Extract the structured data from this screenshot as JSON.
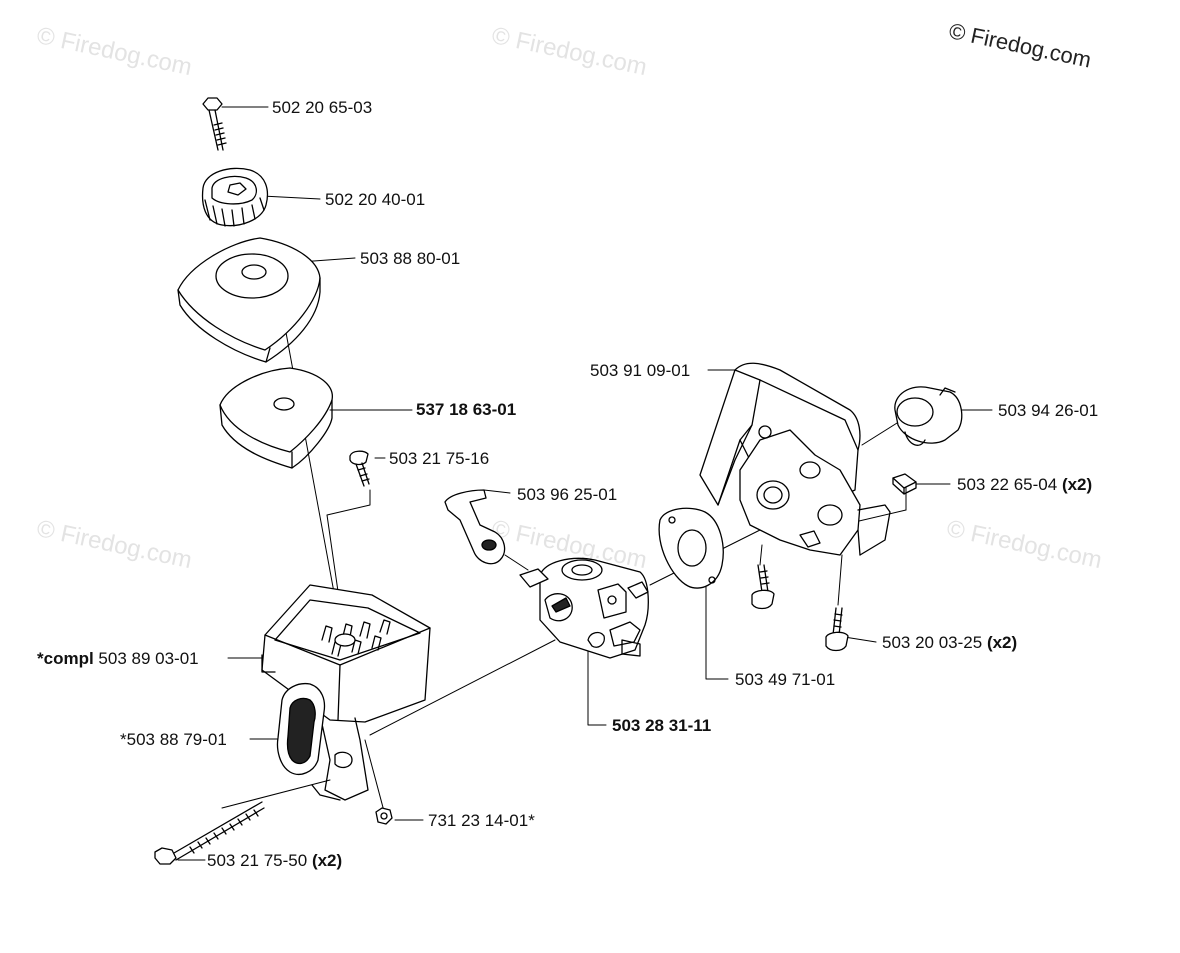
{
  "copyright": "© Firedog.com",
  "watermark": "© Firedog.com",
  "parts": [
    {
      "id": "bolt-top",
      "part_number": "502 20 65-03",
      "qty": "",
      "prefix": "",
      "bold": false
    },
    {
      "id": "knob",
      "part_number": "502 20 40-01",
      "qty": "",
      "prefix": "",
      "bold": false
    },
    {
      "id": "filter-cover",
      "part_number": "503 88 80-01",
      "qty": "",
      "prefix": "",
      "bold": false
    },
    {
      "id": "air-filter",
      "part_number": "537 18 63-01",
      "qty": "",
      "prefix": "",
      "bold": true
    },
    {
      "id": "screw-filter",
      "part_number": "503 21 75-16",
      "qty": "",
      "prefix": "",
      "bold": false
    },
    {
      "id": "choke-lever",
      "part_number": "503 96 25-01",
      "qty": "",
      "prefix": "",
      "bold": false
    },
    {
      "id": "filter-housing",
      "part_number": "503 89 03-01",
      "qty": "",
      "prefix": "*compl",
      "bold": false
    },
    {
      "id": "grommet",
      "part_number": "*503 88 79-01",
      "qty": "",
      "prefix": "",
      "bold": false
    },
    {
      "id": "nut",
      "part_number": "731 23 14-01*",
      "qty": "",
      "prefix": "",
      "bold": false
    },
    {
      "id": "long-bolt",
      "part_number": "503 21 75-50",
      "qty": "(x2)",
      "prefix": "",
      "bold": false
    },
    {
      "id": "carburetor",
      "part_number": "503 28 31-11",
      "qty": "",
      "prefix": "",
      "bold": true
    },
    {
      "id": "gasket",
      "part_number": "503 49 71-01",
      "qty": "",
      "prefix": "",
      "bold": false
    },
    {
      "id": "intake-bracket",
      "part_number": "503 91 09-01",
      "qty": "",
      "prefix": "",
      "bold": false
    },
    {
      "id": "intake-boot",
      "part_number": "503 94 26-01",
      "qty": "",
      "prefix": "",
      "bold": false
    },
    {
      "id": "square-nut",
      "part_number": "503 22 65-04",
      "qty": "(x2)",
      "prefix": "",
      "bold": false
    },
    {
      "id": "bracket-screw",
      "part_number": "503 20 03-25",
      "qty": "(x2)",
      "prefix": "",
      "bold": false
    }
  ]
}
